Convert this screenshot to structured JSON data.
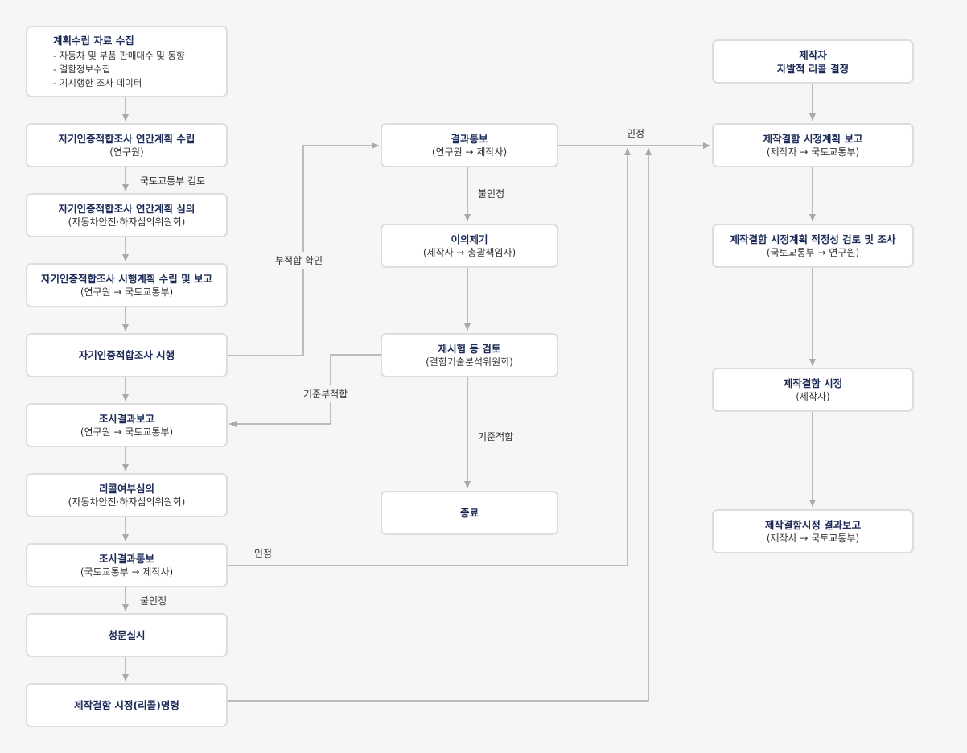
{
  "nodes": {
    "collect": {
      "title": "계획수립 자료 수집",
      "items": [
        "- 자동차 및 부품 판매대수 및 동향",
        "- 결함정보수집",
        "- 기시행한 조사 데이터"
      ]
    },
    "annual_plan": {
      "title": "자기인증적합조사 연간계획 수립",
      "sub": "(연구원)"
    },
    "annual_review": {
      "title": "자기인증적합조사 연간계획 심의",
      "sub": "(자동차안전·하자심의위원회)"
    },
    "exec_plan": {
      "title": "자기인증적합조사 시행계획 수립 및 보고",
      "sub": "(연구원 → 국토교통부)"
    },
    "execute": {
      "title": "자기인증적합조사 시행"
    },
    "result_report": {
      "title": "조사결과보고",
      "sub": "(연구원 → 국토교통부)"
    },
    "recall_review": {
      "title": "리콜여부심의",
      "sub": "(자동차안전·하자심의위원회)"
    },
    "result_notice": {
      "title": "조사결과통보",
      "sub": "(국토교통부 → 제작사)"
    },
    "hearing": {
      "title": "청문실시"
    },
    "order": {
      "title": "제작결함 시정(리콜)명령"
    },
    "notify": {
      "title": "결과통보",
      "sub": "(연구원 → 제작사)"
    },
    "objection": {
      "title": "이의제기",
      "sub": "(제작사 → 총괄책임자)"
    },
    "retest": {
      "title": "재시험 등 검토",
      "sub": "(결함기술분석위원회)"
    },
    "end": {
      "title": "종료"
    },
    "voluntary": {
      "title": "제작자",
      "title2": "자발적 리콜 결정"
    },
    "fix_plan": {
      "title": "제작결함 시정계획 보고",
      "sub": "(제작자 → 국토교통부)"
    },
    "fix_review": {
      "title": "제작결함 시정계획 적정성 검토 및 조사",
      "sub": "(국토교통부 → 연구원)"
    },
    "fix": {
      "title": "제작결함 시정",
      "sub": "(제작사)"
    },
    "fix_result": {
      "title": "제작결함시정 결과보고",
      "sub": "(제작사 → 국토교통부)"
    }
  },
  "labels": {
    "ministry_review": "국토교통부 검토",
    "nonconform_check": "부적합 확인",
    "not_accepted_1": "불인정",
    "accepted_1": "인정",
    "standard_fail": "기준부적합",
    "standard_pass": "기준적합",
    "accepted_2": "인정",
    "not_accepted_2": "불인정"
  },
  "colors": {
    "box_border": "#dcdde2",
    "line": "#a8a9ae",
    "title": "#1b2a57",
    "background": "#f6f6f7"
  }
}
